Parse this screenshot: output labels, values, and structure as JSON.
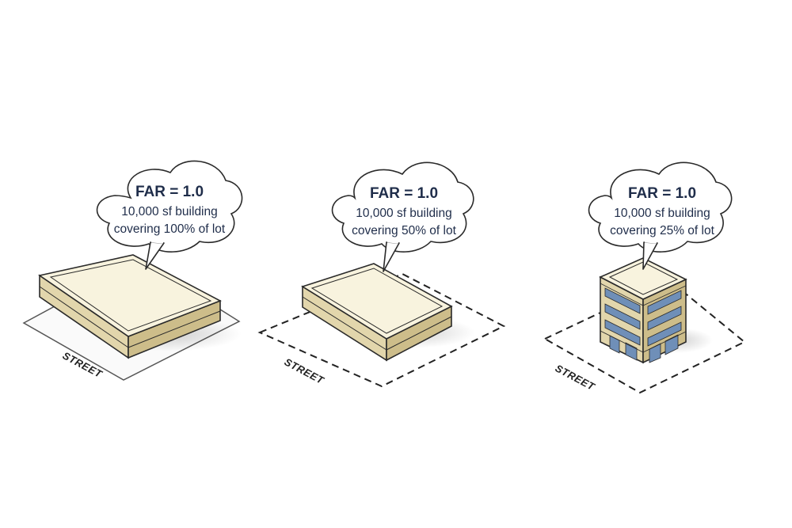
{
  "panels": [
    {
      "title": "FAR = 1.0",
      "line1": "10,000 sf building",
      "line2": "covering 100% of lot",
      "street": "STREET",
      "coverage_percent": 100
    },
    {
      "title": "FAR = 1.0",
      "line1": "10,000 sf building",
      "line2": "covering 50% of lot",
      "street": "STREET",
      "coverage_percent": 50
    },
    {
      "title": "FAR = 1.0",
      "line1": "10,000 sf building",
      "line2": "covering 25% of lot",
      "street": "STREET",
      "coverage_percent": 25
    }
  ],
  "colors": {
    "roof": "#f8f3de",
    "wall_left": "#e2d6ac",
    "wall_right": "#cdbd8a",
    "outline": "#2a2a2a",
    "glass": "#6f8fb8",
    "text": "#1f2d4a"
  }
}
